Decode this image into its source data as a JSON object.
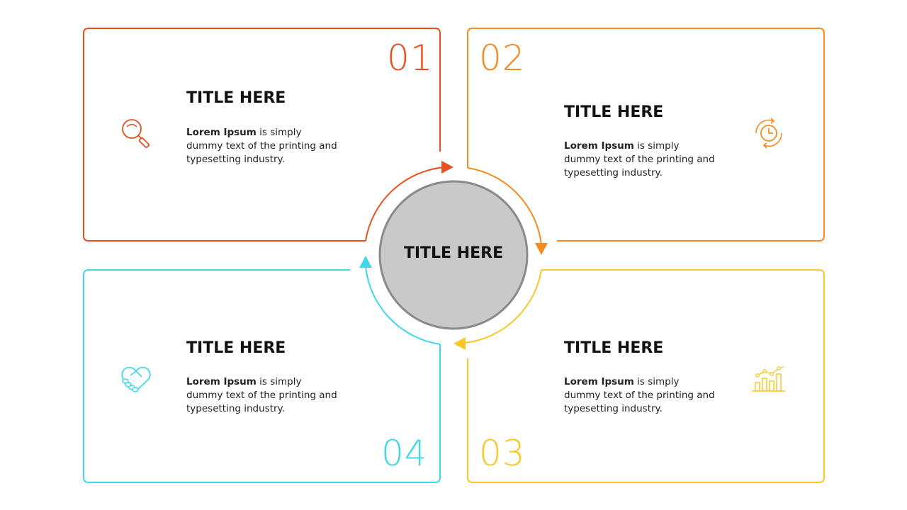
{
  "center": {
    "title": "TITLE HERE"
  },
  "colors": {
    "step1": "#E8501C",
    "step2": "#F58A1F",
    "step3": "#F9C826",
    "step4": "#3DD8EA",
    "center_fill": "#C9C9C9",
    "center_border": "#8A8A8A"
  },
  "cards": [
    {
      "number": "01",
      "title": "TITLE HERE",
      "desc_bold": "Lorem Ipsum",
      "desc_rest": " is simply dummy text of the printing and typesetting industry.",
      "icon": "search-icon"
    },
    {
      "number": "02",
      "title": "TITLE HERE",
      "desc_bold": "Lorem Ipsum",
      "desc_rest": " is simply dummy text of the printing and typesetting industry.",
      "icon": "clock-refresh-icon"
    },
    {
      "number": "03",
      "title": "TITLE HERE",
      "desc_bold": "Lorem Ipsum",
      "desc_rest": " is simply dummy text of the printing and typesetting industry.",
      "icon": "bar-chart-icon"
    },
    {
      "number": "04",
      "title": "TITLE HERE",
      "desc_bold": "Lorem Ipsum",
      "desc_rest": " is simply dummy text of the printing and typesetting industry.",
      "icon": "handshake-icon"
    }
  ]
}
